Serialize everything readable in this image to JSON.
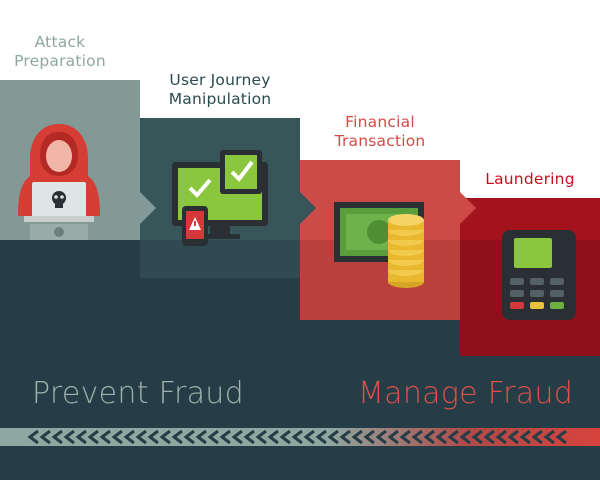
{
  "stages": [
    {
      "lines": [
        "Attack",
        "Preparation"
      ],
      "color": "#8fa7a1",
      "panel": "#829995"
    },
    {
      "lines": [
        "User Journey",
        "Manipulation"
      ],
      "color": "#2b4a52",
      "panel": "#37555a"
    },
    {
      "lines": [
        "Financial",
        "Transaction"
      ],
      "color": "#d54a45",
      "panel": "#cb4c48"
    },
    {
      "lines": [
        "Laundering"
      ],
      "color": "#c3111d",
      "panel": "#a3131d"
    }
  ],
  "footer": {
    "prevent": "Prevent Fraud",
    "manage": "Manage Fraud",
    "prevent_color": "#9fb2ad",
    "manage_color": "#e0504a"
  },
  "icons": {
    "stage1": "hooded-hacker-laptop-skull-icon",
    "stage2": "devices-checkmarks-warning-icon",
    "stage3": "banknote-coins-stack-icon",
    "stage4": "payment-terminal-icon"
  }
}
